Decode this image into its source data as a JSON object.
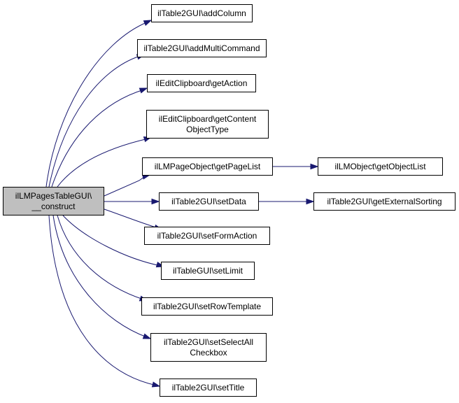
{
  "graph": {
    "root": {
      "id": "construct",
      "lines": [
        "ilLMPagesTableGUI\\",
        "__construct"
      ]
    },
    "callees": [
      {
        "id": "addColumn",
        "lines": [
          "ilTable2GUI\\addColumn"
        ]
      },
      {
        "id": "addMultiCommand",
        "lines": [
          "ilTable2GUI\\addMultiCommand"
        ]
      },
      {
        "id": "getAction",
        "lines": [
          "ilEditClipboard\\getAction"
        ]
      },
      {
        "id": "getContentObjectType",
        "lines": [
          "ilEditClipboard\\getContent",
          "ObjectType"
        ]
      },
      {
        "id": "getPageList",
        "lines": [
          "ilLMPageObject\\getPageList"
        ]
      },
      {
        "id": "setData",
        "lines": [
          "ilTable2GUI\\setData"
        ]
      },
      {
        "id": "setFormAction",
        "lines": [
          "ilTable2GUI\\setFormAction"
        ]
      },
      {
        "id": "setLimit",
        "lines": [
          "ilTableGUI\\setLimit"
        ]
      },
      {
        "id": "setRowTemplate",
        "lines": [
          "ilTable2GUI\\setRowTemplate"
        ]
      },
      {
        "id": "setSelectAllCheckbox",
        "lines": [
          "ilTable2GUI\\setSelectAll",
          "Checkbox"
        ]
      },
      {
        "id": "setTitle",
        "lines": [
          "ilTable2GUI\\setTitle"
        ]
      },
      {
        "id": "getObjectList",
        "lines": [
          "ilLMObject\\getObjectList"
        ]
      },
      {
        "id": "getExternalSorting",
        "lines": [
          "ilTable2GUI\\getExternalSorting"
        ]
      }
    ],
    "edges": [
      {
        "from": "construct",
        "to": "addColumn"
      },
      {
        "from": "construct",
        "to": "addMultiCommand"
      },
      {
        "from": "construct",
        "to": "getAction"
      },
      {
        "from": "construct",
        "to": "getContentObjectType"
      },
      {
        "from": "construct",
        "to": "getPageList"
      },
      {
        "from": "construct",
        "to": "setData"
      },
      {
        "from": "construct",
        "to": "setFormAction"
      },
      {
        "from": "construct",
        "to": "setLimit"
      },
      {
        "from": "construct",
        "to": "setRowTemplate"
      },
      {
        "from": "construct",
        "to": "setSelectAllCheckbox"
      },
      {
        "from": "construct",
        "to": "setTitle"
      },
      {
        "from": "getPageList",
        "to": "getObjectList"
      },
      {
        "from": "setData",
        "to": "getExternalSorting"
      }
    ],
    "colors": {
      "edge": "#191970",
      "root_fill": "#bfbfbf",
      "node_fill": "#ffffff",
      "border": "#000000"
    }
  }
}
